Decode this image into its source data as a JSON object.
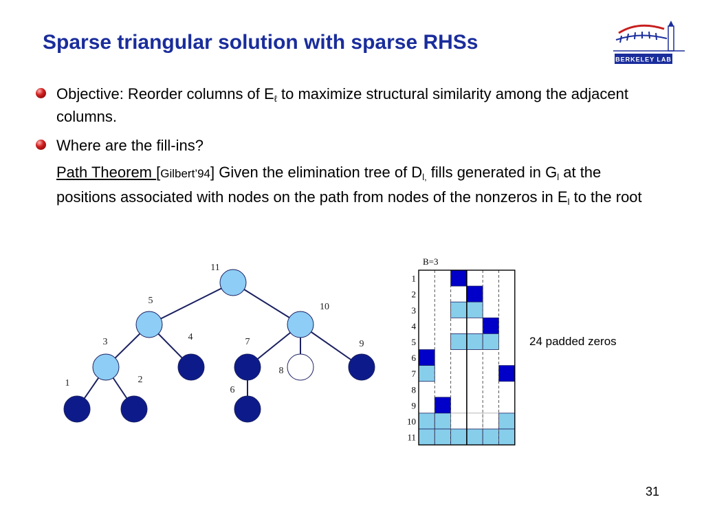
{
  "slide": {
    "title": "Sparse triangular solution with sparse RHSs",
    "page_number": "31",
    "logo_text": "BERKELEY LAB"
  },
  "bullets": [
    {
      "prefix": "Objective:  Reorder columns of E",
      "sub": "ℓ",
      "suffix": " to maximize structural similarity among the adjacent columns."
    },
    {
      "text": "Where are the fill-ins?"
    }
  ],
  "theorem": {
    "name": "Path Theorem ",
    "cite_open": "[",
    "cite": "Gilbert’94",
    "cite_close": "]",
    "t1": "  Given the elimination tree of D",
    "s1": "l,",
    "t2": " fills generated in G",
    "s2": "l",
    "t3": " at the positions associated with nodes on the path from nodes of the nonzeros in E",
    "s3": "l",
    "t4": " to the root"
  },
  "tree": {
    "colors": {
      "dark": "#0d1b8a",
      "light": "#8ecdf5",
      "white": "#ffffff",
      "edge": "#1a2060"
    },
    "nodes": [
      {
        "id": "11",
        "label": "11",
        "fill": "light"
      },
      {
        "id": "5",
        "label": "5",
        "fill": "light"
      },
      {
        "id": "10",
        "label": "10",
        "fill": "light"
      },
      {
        "id": "3",
        "label": "3",
        "fill": "light"
      },
      {
        "id": "4",
        "label": "4",
        "fill": "dark"
      },
      {
        "id": "7",
        "label": "7",
        "fill": "dark"
      },
      {
        "id": "8",
        "label": "8",
        "fill": "white"
      },
      {
        "id": "9",
        "label": "9",
        "fill": "dark"
      },
      {
        "id": "1",
        "label": "1",
        "fill": "dark"
      },
      {
        "id": "2",
        "label": "2",
        "fill": "dark"
      },
      {
        "id": "6",
        "label": "6",
        "fill": "dark"
      }
    ],
    "edges": [
      [
        "11",
        "5"
      ],
      [
        "11",
        "10"
      ],
      [
        "5",
        "3"
      ],
      [
        "5",
        "4"
      ],
      [
        "10",
        "7"
      ],
      [
        "10",
        "8"
      ],
      [
        "10",
        "9"
      ],
      [
        "3",
        "1"
      ],
      [
        "3",
        "2"
      ],
      [
        "7",
        "6"
      ]
    ]
  },
  "matrix": {
    "header": "B=3",
    "row_labels": [
      "1",
      "2",
      "3",
      "4",
      "5",
      "6",
      "7",
      "8",
      "9",
      "10",
      "11"
    ],
    "colors": {
      "d": "#0000c8",
      "l": "#87ceeb",
      "w": "#ffffff"
    },
    "cells": [
      "wwdwww",
      "wwwdww",
      "wwllww",
      "wwwwdw",
      "wwlllw",
      "dwwwww",
      "lwwwwd",
      "wwwwww",
      "wdwwww",
      "llwwwl",
      "llllll"
    ]
  },
  "caption": "24 padded zeros"
}
